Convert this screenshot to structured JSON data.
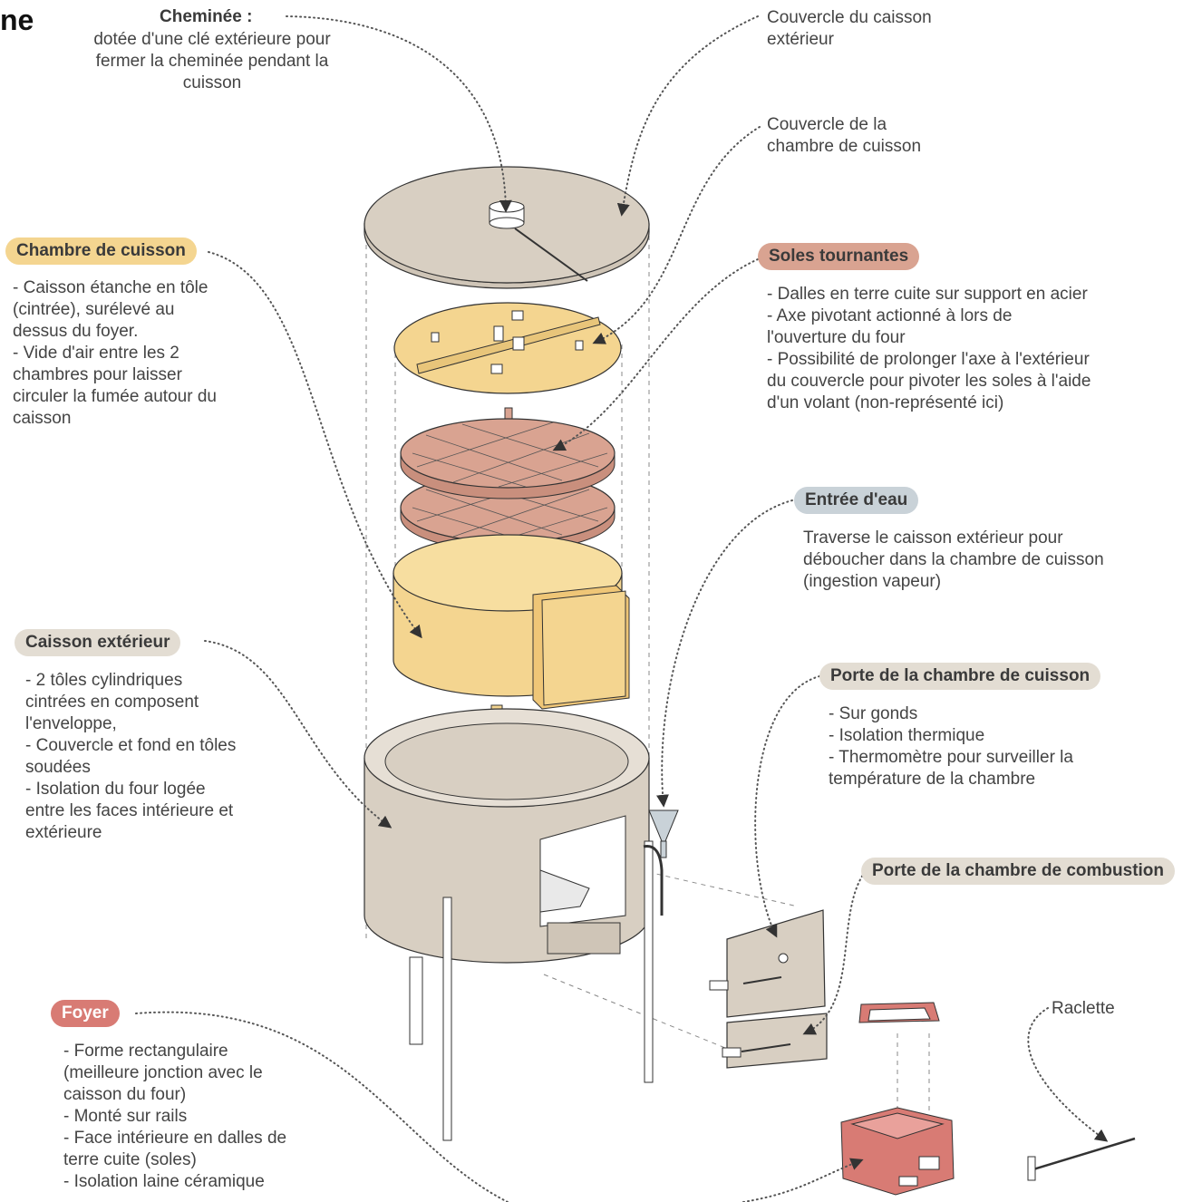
{
  "corner_title": "ne",
  "colors": {
    "beige": "#d8cfc2",
    "yellow": "#f4d590",
    "terracotta": "#d9a391",
    "red": "#d87b74",
    "blue_grey": "#c9d2d8",
    "dotted_line": "#555555"
  },
  "labels": {
    "cheminee": {
      "title": "Cheminée :",
      "text": "dotée d'une clé extérieure pour\nfermer la cheminée pendant la\ncuisson"
    },
    "couvercle_caisson": {
      "text": "Couvercle du caisson\nextérieur"
    },
    "couvercle_chambre": {
      "text": "Couvercle de la\nchambre de cuisson"
    },
    "chambre_cuisson": {
      "title": "Chambre de cuisson",
      "text": "- Caisson étanche en tôle\n(cintrée), surélevé au\ndessus du foyer.\n- Vide d'air entre les 2\nchambres pour laisser\ncirculer la fumée autour du\ncaisson"
    },
    "soles_tournantes": {
      "title": "Soles tournantes",
      "text": "- Dalles en terre cuite sur support en acier\n- Axe pivotant actionné à lors de\nl'ouverture du four\n- Possibilité de prolonger l'axe à l'extérieur\ndu couvercle pour pivoter les soles à l'aide\nd'un volant (non-représenté ici)"
    },
    "entree_eau": {
      "title": "Entrée d'eau",
      "text": "Traverse le caisson extérieur pour\ndéboucher dans la chambre de cuisson\n(ingestion vapeur)"
    },
    "caisson_exterieur": {
      "title": "Caisson extérieur",
      "text": "- 2 tôles cylindriques\ncintrées en composent\nl'enveloppe,\n- Couvercle et fond en tôles\nsoudées\n- Isolation du four logée\nentre les faces intérieure et\nextérieure"
    },
    "porte_chambre_cuisson": {
      "title": "Porte de la chambre de cuisson",
      "text": "- Sur gonds\n- Isolation thermique\n- Thermomètre pour surveiller la\ntempérature de la chambre"
    },
    "porte_chambre_combustion": {
      "title": "Porte de la chambre de combustion"
    },
    "foyer": {
      "title": "Foyer",
      "text": "- Forme rectangulaire\n(meilleure jonction avec le\ncaisson du four)\n- Monté sur rails\n- Face intérieure en dalles de\nterre cuite (soles)\n- Isolation laine céramique"
    },
    "raclette": {
      "text": "Raclette"
    }
  }
}
